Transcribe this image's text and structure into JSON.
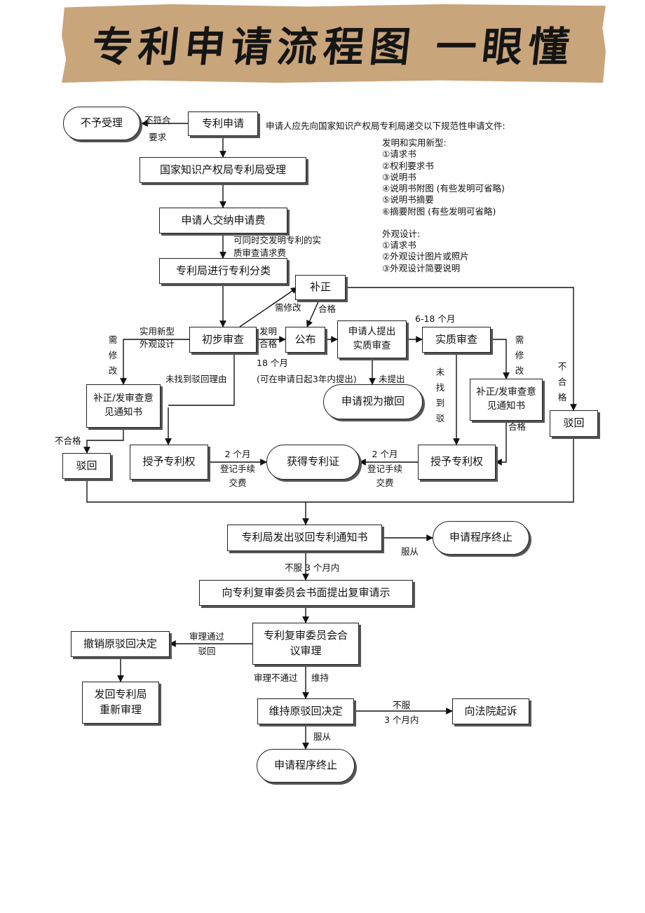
{
  "title": "专利申请流程图 一眼懂",
  "nodes": {
    "not_accepted": "不予受理",
    "patent_application": "专利申请",
    "cnipa_accept": "国家知识产权局专利局受理",
    "pay_fee": "申请人交纳申请费",
    "classify": "专利局进行专利分类",
    "correction_top": "补正",
    "preliminary_exam": "初步审查",
    "publish": "公布",
    "request_substantive": "申请人提出\n实质审查",
    "substantive_exam": "实质审查",
    "correction_notice_left": "补正/发审查意\n见通知书",
    "correction_notice_right": "补正/发审查意\n见通知书",
    "deemed_withdrawn": "申请视为撤回",
    "reject_left": "驳回",
    "reject_right": "驳回",
    "grant_left": "授予专利权",
    "get_certificate": "获得专利证",
    "grant_right": "授予专利权",
    "rejection_notice": "专利局发出驳回专利通知书",
    "terminate_1": "申请程序终止",
    "reexam_request": "向专利复审委员会书面提出复审请示",
    "board_review": "专利复审委员会合\n议审理",
    "revoke_rejection": "撤销原驳回决定",
    "return_office": "发回专利局\n重新审理",
    "maintain_rejection": "维持原驳回决定",
    "sue_court": "向法院起诉",
    "terminate_2": "申请程序终止"
  },
  "edge_labels": {
    "not_conform": "不符合\n要求",
    "simultaneous_request": "可同时交发明专利的实\n质审查请求费",
    "need_modify_top": "需修改",
    "qualified_top": "合格",
    "utility_design": "实用新型\n外观设计",
    "need_modify_left": "需修改",
    "invention_qualified": "发明\n合格",
    "months_18": "18 个月",
    "within_3_years": "(可在申请日起3年内提出)",
    "not_filed": "未提出",
    "months_6_18": "6-18 个月",
    "need_modify_right": "需修改",
    "no_reason_found_left": "未找到驳回理由",
    "no_reason_found_right": "未找到驳",
    "qualified_right": "合格",
    "unqualified_far_right": "不合格",
    "unqualified_left": "不合格",
    "two_months_left": "2 个月\n登记手续\n交费",
    "two_months_right": "2 个月\n登记手续\n交费",
    "comply_1": "服从",
    "disagree_3months": "不服 3 个月内",
    "review_pass": "审理通过\n驳回",
    "review_fail": "审理不通过",
    "maintain": "维持",
    "disagree_court": "不服\n3 个月内",
    "comply_2": "服从"
  },
  "requirements": {
    "intro": "申请人应先向国家知识产权局专利局递交以下规范性申请文件:",
    "invention_header": "发明和实用新型:",
    "invention_items": [
      "①请求书",
      "②权利要求书",
      "③说明书",
      "④说明书附图 (有些发明可省略)",
      "⑤说明书摘要",
      "⑥摘要附图 (有些发明可省略)"
    ],
    "design_header": "外观设计:",
    "design_items": [
      "①请求书",
      "②外观设计图片或照片",
      "③外观设计简要说明"
    ]
  }
}
